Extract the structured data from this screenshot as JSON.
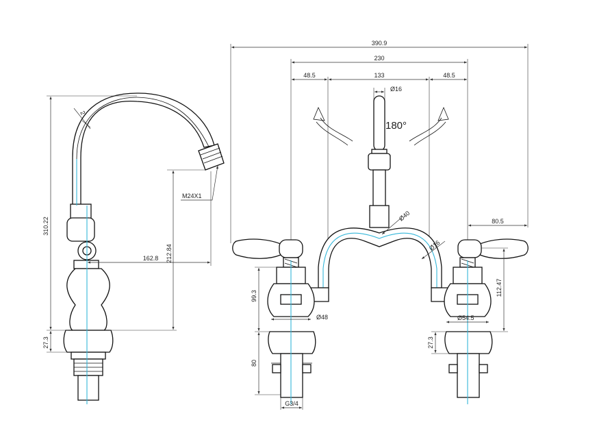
{
  "diagram": {
    "side_view": {
      "overall_height": "310.22",
      "spout_reach": "162.8",
      "outlet_height": "212.84",
      "aerator_thread": "M24X1",
      "base_height": "27.3",
      "spout_angle": "2"
    },
    "front_view": {
      "overall_width": "390.9",
      "centres_width": "230",
      "left_offset": "48.5",
      "middle_span": "133",
      "right_offset": "48.5",
      "spout_diameter": "Ø16",
      "rotation_label": "180°",
      "arch_diameter": "Ø40",
      "pipe_diameter": "Ø16",
      "lever_reach": "80.5",
      "left_body_height": "99.3",
      "left_body_diameter": "Ø48",
      "shank_length": "80",
      "thread_size": "G3/4",
      "right_body_height": "112.47",
      "right_flange_diameter": "Ø54.5",
      "right_base_height": "27.3"
    }
  }
}
